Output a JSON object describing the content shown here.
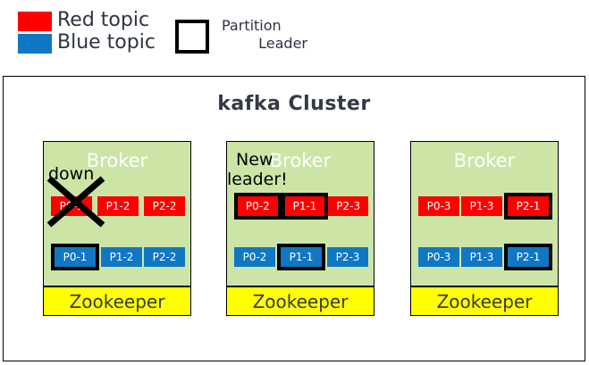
{
  "legend": {
    "red_swatch_color": "#fe0000",
    "blue_swatch_color": "#1077c3",
    "red_label": "Red topic",
    "blue_label": "Blue topic",
    "leader_line1": "Partition",
    "leader_line2": "Leader",
    "leader_box_border_color": "#000000"
  },
  "cluster": {
    "title": "kafka Cluster",
    "title_color": "#333a45",
    "broker_bg_color": "#cce5a7",
    "zookeeper_bg_color": "#ffff00",
    "brokers": [
      {
        "title": "Broker",
        "zookeeper": "Zookeeper",
        "annotation": "down",
        "status": "down",
        "red_partitions": [
          {
            "label": "P0-1",
            "leader": false
          },
          {
            "label": "P1-2",
            "leader": false
          },
          {
            "label": "P2-2",
            "leader": false
          }
        ],
        "blue_partitions": [
          {
            "label": "P0-1",
            "leader": true
          },
          {
            "label": "P1-2",
            "leader": false
          },
          {
            "label": "P2-2",
            "leader": false
          }
        ]
      },
      {
        "title": "Broker",
        "zookeeper": "Zookeeper",
        "annotation_line1": "New",
        "annotation_line2": "leader!",
        "red_partitions": [
          {
            "label": "P0-2",
            "leader": true
          },
          {
            "label": "P1-1",
            "leader": true
          },
          {
            "label": "P2-3",
            "leader": false
          }
        ],
        "blue_partitions": [
          {
            "label": "P0-2",
            "leader": false
          },
          {
            "label": "P1-1",
            "leader": true
          },
          {
            "label": "P2-3",
            "leader": false
          }
        ]
      },
      {
        "title": "Broker",
        "zookeeper": "Zookeeper",
        "red_partitions": [
          {
            "label": "P0-3",
            "leader": false
          },
          {
            "label": "P1-3",
            "leader": false
          },
          {
            "label": "P2-1",
            "leader": true
          }
        ],
        "blue_partitions": [
          {
            "label": "P0-3",
            "leader": false
          },
          {
            "label": "P1-3",
            "leader": false
          },
          {
            "label": "P2-1",
            "leader": true
          }
        ]
      }
    ]
  }
}
